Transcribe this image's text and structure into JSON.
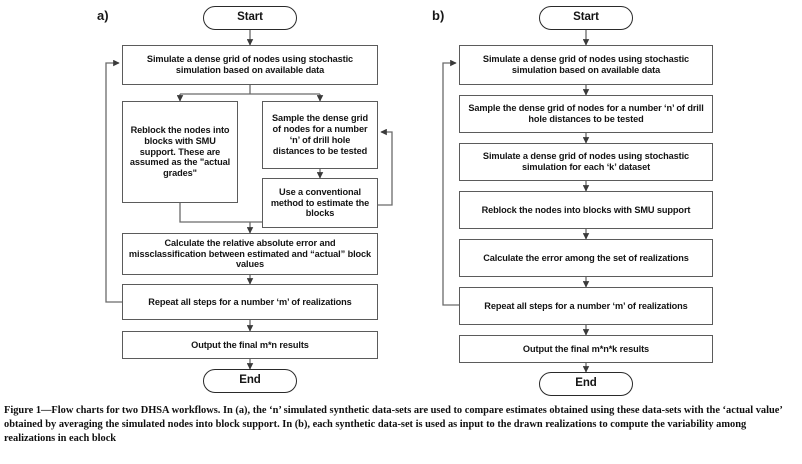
{
  "figure": {
    "caption": "Figure 1—Flow charts for two DHSA workflows. In (a), the ‘n’ simulated synthetic data-sets are used to compare estimates obtained using these data-sets with the ‘actual value’ obtained by averaging the simulated nodes into block support. In (b), each synthetic data-set is used as input to the drawn realizations to compute the variability among realizations in each block",
    "line_color": "#5b5b5b",
    "terminator_color": "#2a2a2a",
    "text_color": "#141414",
    "background": "#ffffff"
  },
  "panel_a": {
    "label": "a)",
    "nodes": {
      "start": "Start",
      "simulate": "Simulate a dense grid of nodes using stochastic simulation based on available data",
      "reblock": "Reblock the nodes into blocks with SMU support. These are assumed as the \"actual grades\"",
      "sample": "Sample the dense grid of nodes for a number ‘n’ of drill hole distances to be tested",
      "conventional": "Use a conventional method to estimate the blocks",
      "calculate": "Calculate the relative absolute error and missclassification between estimated and “actual” block values",
      "repeat": "Repeat all steps for a number ‘m’ of realizations",
      "output": "Output the final m*n results",
      "end": "End"
    }
  },
  "panel_b": {
    "label": "b)",
    "nodes": {
      "start": "Start",
      "simulate": "Simulate a dense grid of nodes using stochastic simulation based on available data",
      "sample": "Sample the dense grid of nodes for a number ‘n’ of drill hole distances to be tested",
      "simulate_k": "Simulate a dense grid of nodes using stochastic simulation for each ‘k’ dataset",
      "reblock": "Reblock the nodes into blocks with SMU support",
      "calculate": "Calculate the error among the set of realizations",
      "repeat": "Repeat all steps for a number ‘m’ of realizations",
      "output": "Output the final m*n*k results",
      "end": "End"
    }
  },
  "chart_data": {
    "type": "diagram",
    "title": "Flow charts for two DHSA workflows",
    "diagrams": [
      {
        "id": "a",
        "label": "a)",
        "nodes": [
          {
            "id": "a-start",
            "shape": "terminator",
            "text": "Start"
          },
          {
            "id": "a-simulate",
            "shape": "process",
            "text": "Simulate a dense grid of nodes using stochastic simulation based on available data"
          },
          {
            "id": "a-reblock",
            "shape": "process",
            "text": "Reblock the nodes into blocks with SMU support. These are assumed as the \"actual grades\""
          },
          {
            "id": "a-sample",
            "shape": "process",
            "text": "Sample the dense grid of nodes for a number ‘n’ of drill hole distances to be tested"
          },
          {
            "id": "a-conventional",
            "shape": "process",
            "text": "Use a conventional method to estimate the blocks"
          },
          {
            "id": "a-calculate",
            "shape": "process",
            "text": "Calculate the relative absolute error and missclassification between estimated and “actual” block values"
          },
          {
            "id": "a-repeat",
            "shape": "process",
            "text": "Repeat all steps for a number ‘m’ of realizations"
          },
          {
            "id": "a-output",
            "shape": "process",
            "text": "Output the final m*n results"
          },
          {
            "id": "a-end",
            "shape": "terminator",
            "text": "End"
          }
        ],
        "edges": [
          {
            "from": "a-start",
            "to": "a-simulate"
          },
          {
            "from": "a-simulate",
            "to": "a-reblock"
          },
          {
            "from": "a-simulate",
            "to": "a-sample"
          },
          {
            "from": "a-sample",
            "to": "a-conventional"
          },
          {
            "from": "a-conventional",
            "to": "a-sample",
            "type": "feedback-right"
          },
          {
            "from": "a-reblock",
            "to": "a-calculate"
          },
          {
            "from": "a-conventional",
            "to": "a-calculate"
          },
          {
            "from": "a-calculate",
            "to": "a-repeat"
          },
          {
            "from": "a-repeat",
            "to": "a-simulate",
            "type": "feedback-left"
          },
          {
            "from": "a-repeat",
            "to": "a-output"
          },
          {
            "from": "a-output",
            "to": "a-end"
          }
        ]
      },
      {
        "id": "b",
        "label": "b)",
        "nodes": [
          {
            "id": "b-start",
            "shape": "terminator",
            "text": "Start"
          },
          {
            "id": "b-simulate",
            "shape": "process",
            "text": "Simulate a dense grid of nodes using stochastic simulation based on available data"
          },
          {
            "id": "b-sample",
            "shape": "process",
            "text": "Sample the dense grid of nodes for a number ‘n’ of drill hole distances to be tested"
          },
          {
            "id": "b-simulate-k",
            "shape": "process",
            "text": "Simulate a dense grid of nodes using stochastic simulation for each ‘k’ dataset"
          },
          {
            "id": "b-reblock",
            "shape": "process",
            "text": "Reblock the nodes into blocks with SMU support"
          },
          {
            "id": "b-calculate",
            "shape": "process",
            "text": "Calculate the error among the set of realizations"
          },
          {
            "id": "b-repeat",
            "shape": "process",
            "text": "Repeat all steps for a number ‘m’ of realizations"
          },
          {
            "id": "b-output",
            "shape": "process",
            "text": "Output the final m*n*k results"
          },
          {
            "id": "b-end",
            "shape": "terminator",
            "text": "End"
          }
        ],
        "edges": [
          {
            "from": "b-start",
            "to": "b-simulate"
          },
          {
            "from": "b-simulate",
            "to": "b-sample"
          },
          {
            "from": "b-sample",
            "to": "b-simulate-k"
          },
          {
            "from": "b-simulate-k",
            "to": "b-reblock"
          },
          {
            "from": "b-reblock",
            "to": "b-calculate"
          },
          {
            "from": "b-calculate",
            "to": "b-repeat"
          },
          {
            "from": "b-repeat",
            "to": "b-simulate",
            "type": "feedback-left"
          },
          {
            "from": "b-repeat",
            "to": "b-output"
          },
          {
            "from": "b-output",
            "to": "b-end"
          }
        ]
      }
    ]
  }
}
